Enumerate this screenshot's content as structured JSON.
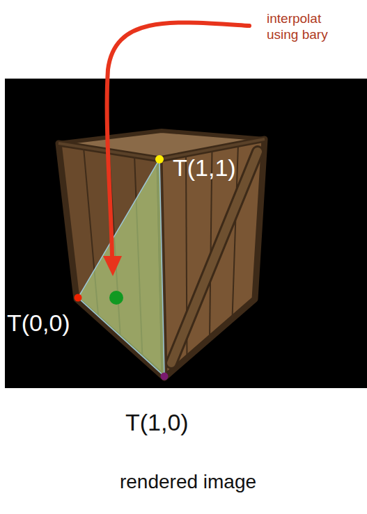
{
  "diagram": {
    "caption": "rendered image",
    "labels": [
      "interpolat using bary",
      "T(1,1)",
      "T(0,0)",
      "T(1,0)"
    ]
  }
}
